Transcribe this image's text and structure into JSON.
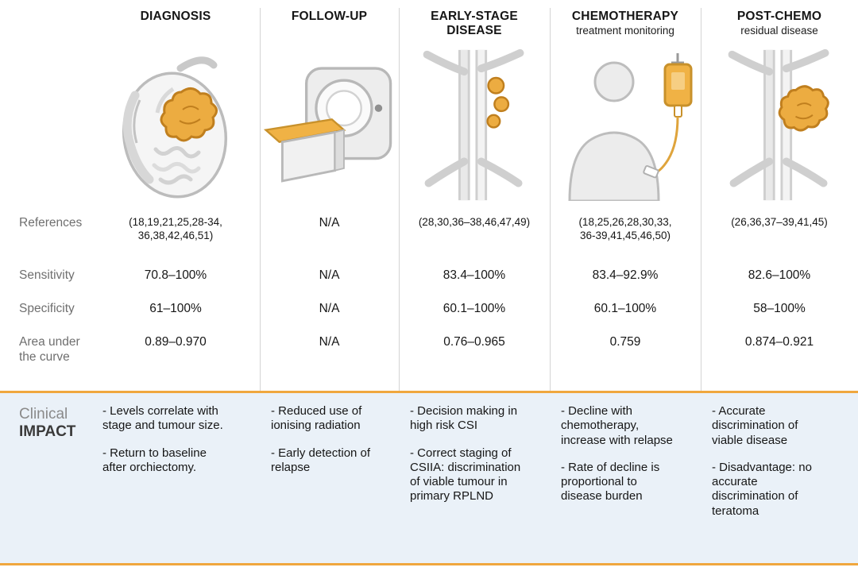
{
  "figure": {
    "row_labels": {
      "references": "References",
      "sensitivity": "Sensitivity",
      "specificity": "Specificity",
      "auc": "Area under the curve",
      "impact_word1": "Clinical",
      "impact_word2": "IMPACT"
    },
    "colors": {
      "accent_orange": "#F0A73E",
      "impact_background": "#EAF1F8",
      "illustration_orange": "#ECAC41",
      "illustration_gray": "#CFCFCF"
    },
    "columns": [
      {
        "title": "DIAGNOSIS",
        "subtitle": "",
        "icon": "testis-tumour-icon",
        "references": "(18,19,21,25,28-34,\n36,38,42,46,51)",
        "sensitivity": "70.8–100%",
        "specificity": "61–100%",
        "auc": "0.89–0.970",
        "impact": [
          "- Levels correlate with stage and tumour size.",
          "- Return to baseline after orchiectomy."
        ]
      },
      {
        "title": "FOLLOW-UP",
        "subtitle": "",
        "icon": "mri-scanner-icon",
        "references": "N/A",
        "sensitivity": "N/A",
        "specificity": "N/A",
        "auc": "N/A",
        "impact": [
          "- Reduced use of ionising radiation",
          "- Early detection of relapse"
        ]
      },
      {
        "title": "EARLY-STAGE DISEASE",
        "subtitle": "",
        "icon": "lymph-nodes-icon",
        "references": "(28,30,36–38,46,47,49)",
        "sensitivity": "83.4–100%",
        "specificity": "60.1–100%",
        "auc": "0.76–0.965",
        "impact": [
          "- Decision making in high risk CSI",
          "- Correct staging of CSIIA: discrimination of viable tumour in primary RPLND"
        ]
      },
      {
        "title": "CHEMOTHERAPY",
        "subtitle": "treatment monitoring",
        "icon": "chemo-infusion-icon",
        "references": "(18,25,26,28,30,33,\n36-39,41,45,46,50)",
        "sensitivity": "83.4–92.9%",
        "specificity": "60.1–100%",
        "auc": "0.759",
        "impact": [
          "- Decline with chemotherapy, increase with relapse",
          "- Rate of decline is proportional to disease burden"
        ]
      },
      {
        "title": "POST-CHEMO",
        "subtitle": "residual disease",
        "icon": "residual-mass-icon",
        "references": "(26,36,37–39,41,45)",
        "sensitivity": "82.6–100%",
        "specificity": "58–100%",
        "auc": "0.874–0.921",
        "impact": [
          "- Accurate discrimination of viable disease",
          "- Disadvantage: no accurate discrimination of teratoma"
        ]
      }
    ]
  }
}
